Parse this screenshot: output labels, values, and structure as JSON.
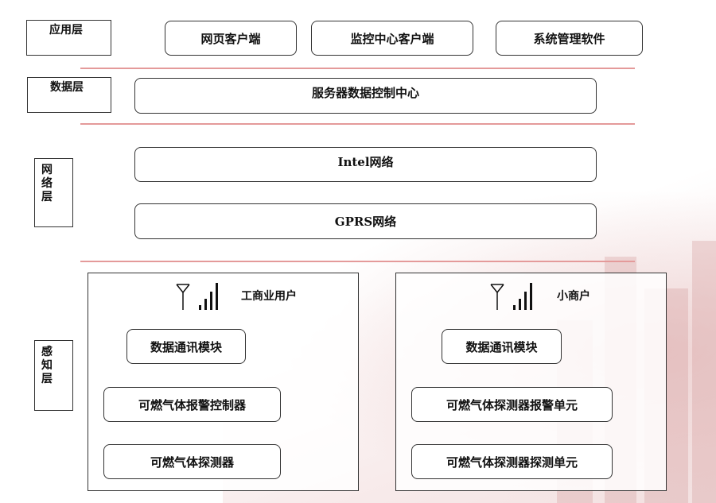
{
  "layers": {
    "application": {
      "label": "应用层",
      "items": [
        "网页客户端",
        "监控中心客户端",
        "系统管理软件"
      ]
    },
    "data": {
      "label": "数据层",
      "items": [
        "服务器数据控制中心"
      ]
    },
    "network": {
      "label": "网络层",
      "items": [
        "Intel网络",
        "GPRS网络"
      ]
    },
    "perception": {
      "label": "感知层",
      "groups": [
        {
          "title": "工商业用户",
          "items": [
            "数据通讯模块",
            "可燃气体报警控制器",
            "可燃气体探测器"
          ]
        },
        {
          "title": "小商户",
          "items": [
            "数据通讯模块",
            "可燃气体探测器报警单元",
            "可燃气体探测器探测单元"
          ]
        }
      ]
    }
  },
  "colors": {
    "separator": "#e49a9a",
    "border": "#333333",
    "background_tint": "#e6bebe"
  },
  "icons": [
    "antenna-icon",
    "signal-bars-icon"
  ]
}
